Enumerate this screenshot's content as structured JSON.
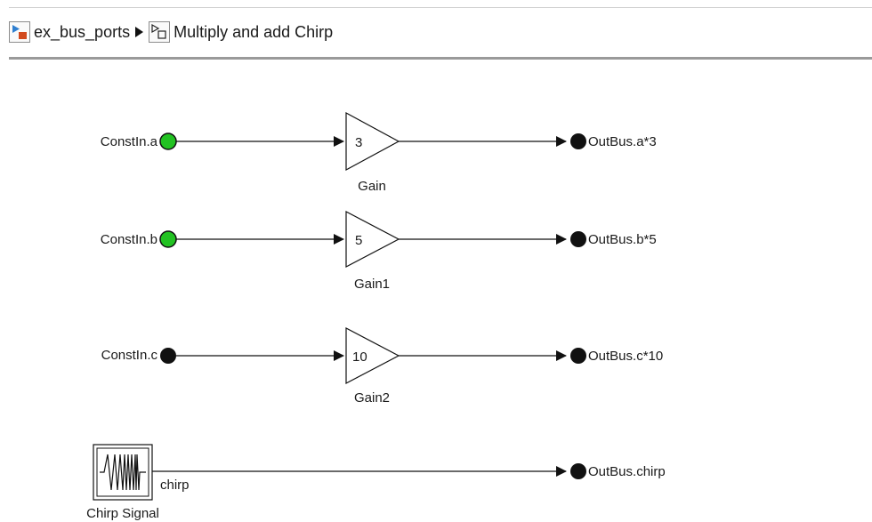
{
  "breadcrumb": {
    "root_label": "ex_bus_ports",
    "root_icon": "simulink-model-icon",
    "separator_icon": "breadcrumb-arrow-icon",
    "child_label": "Multiply and add Chirp",
    "child_icon": "subsystem-icon"
  },
  "diagram": {
    "inports": [
      {
        "label": "ConstIn.a",
        "color": "#22c222"
      },
      {
        "label": "ConstIn.b",
        "color": "#22c222"
      },
      {
        "label": "ConstIn.c",
        "color": "#111111"
      }
    ],
    "gains": [
      {
        "value": "3",
        "name": "Gain"
      },
      {
        "value": "5",
        "name": "Gain1"
      },
      {
        "value": "10",
        "name": "Gain2"
      }
    ],
    "outports": [
      {
        "label": "OutBus.a*3"
      },
      {
        "label": "OutBus.b*5"
      },
      {
        "label": "OutBus.c*10"
      },
      {
        "label": "OutBus.chirp"
      }
    ],
    "chirp": {
      "name": "Chirp Signal",
      "signal_label": "chirp"
    }
  }
}
